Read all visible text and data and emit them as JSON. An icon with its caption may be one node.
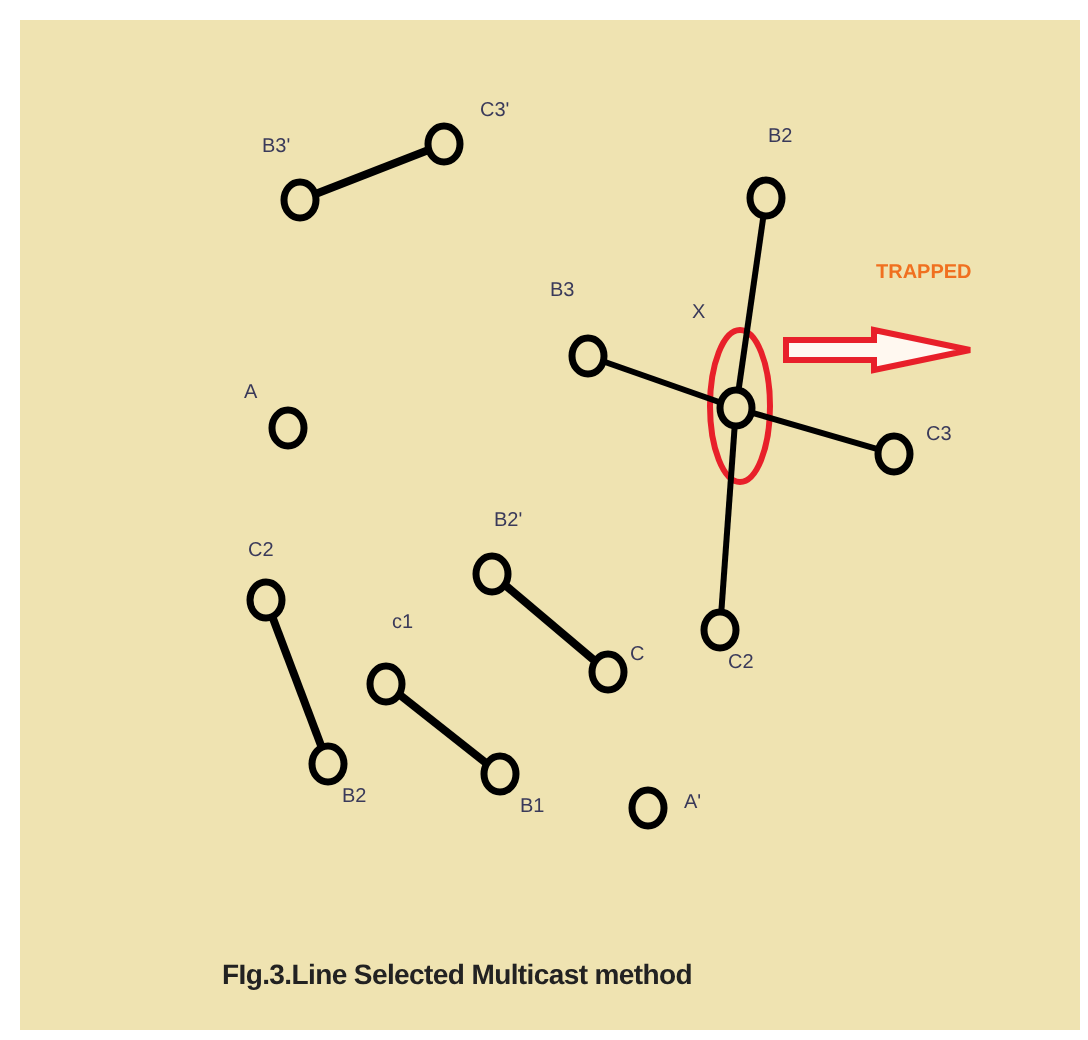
{
  "diagram": {
    "caption": "FIg.3.Line Selected Multicast method",
    "nodes": [
      {
        "text": [
          "B3'"
        ]
      },
      {
        "text": [
          "C3'"
        ]
      },
      {
        "text": [
          "A"
        ]
      },
      {
        "text": [
          "B3"
        ]
      },
      {
        "text": [
          "X"
        ]
      },
      {
        "text": [
          "B2"
        ]
      },
      {
        "text": [
          "C3"
        ]
      },
      {
        "text": [
          "C2"
        ]
      },
      {
        "text": [
          "C2"
        ]
      },
      {
        "text": [
          "B2"
        ]
      },
      {
        "text": [
          "c1"
        ]
      },
      {
        "text": [
          "B1"
        ]
      },
      {
        "text": [
          "B2'"
        ]
      },
      {
        "text": [
          "C"
        ]
      },
      {
        "text": [
          "A'"
        ]
      }
    ],
    "edges": [
      {
        "from": 0,
        "to": 1,
        "arrow": "none"
      },
      {
        "from": 3,
        "to": 4,
        "arrow": "none"
      },
      {
        "from": 4,
        "to": 6,
        "arrow": "none"
      },
      {
        "from": 5,
        "to": 4,
        "arrow": "none"
      },
      {
        "from": 4,
        "to": 7,
        "arrow": "none"
      },
      {
        "from": 8,
        "to": 9,
        "arrow": "none"
      },
      {
        "from": 10,
        "to": 11,
        "arrow": "none"
      },
      {
        "from": 12,
        "to": 13,
        "arrow": "none"
      }
    ],
    "labels": [
      "TRAPPED"
    ]
  }
}
